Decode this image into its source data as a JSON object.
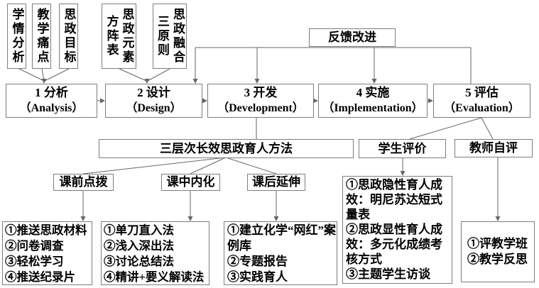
{
  "top_inputs": {
    "to_analysis": [
      {
        "label": "学情分析"
      },
      {
        "label": "教学痛点"
      },
      {
        "label": "思政目标"
      }
    ],
    "to_design": [
      {
        "label": "思政元素\n方阵表"
      },
      {
        "label": "思政融合\n三原则"
      }
    ]
  },
  "feedback_label": "反馈改进",
  "addie_stages": [
    {
      "zh": "1 分析",
      "en": "（Analysis）"
    },
    {
      "zh": "2 设计",
      "en": "（Design）"
    },
    {
      "zh": "3 开发",
      "en": "（Development）"
    },
    {
      "zh": "4 实施",
      "en": "（Implementation）"
    },
    {
      "zh": "5 评估",
      "en": "（Evaluation）"
    }
  ],
  "method_box_label": "三层次长效思政育人方法",
  "evaluation_boxes": {
    "student": "学生评价",
    "teacher": "教师自评"
  },
  "phase_boxes": [
    {
      "label": "课前点拨"
    },
    {
      "label": "课中内化"
    },
    {
      "label": "课后延伸"
    }
  ],
  "detail_boxes": {
    "pre_class": [
      "①推送思政材料",
      "②问卷调查",
      "③轻松学习",
      "④推送纪录片"
    ],
    "in_class": [
      "①单刀直入法",
      "②浅入深出法",
      "③讨论总结法",
      "④精讲+要义解读法"
    ],
    "after_class": [
      "①建立化学“网红”案例库",
      "②专题报告",
      "③实践育人"
    ],
    "student_eval": [
      "①思政隐性育人成效：明尼苏达短式量表",
      "②思政显性育人成效：多元化成绩考核方式",
      "③主题学生访谈"
    ],
    "teacher_eval": [
      "①评教学班",
      "②教学反思"
    ]
  },
  "colors": {
    "background": "#ffffff",
    "box_border": "#7d7d7d",
    "connector_line": "#666666",
    "text": "#000000"
  }
}
